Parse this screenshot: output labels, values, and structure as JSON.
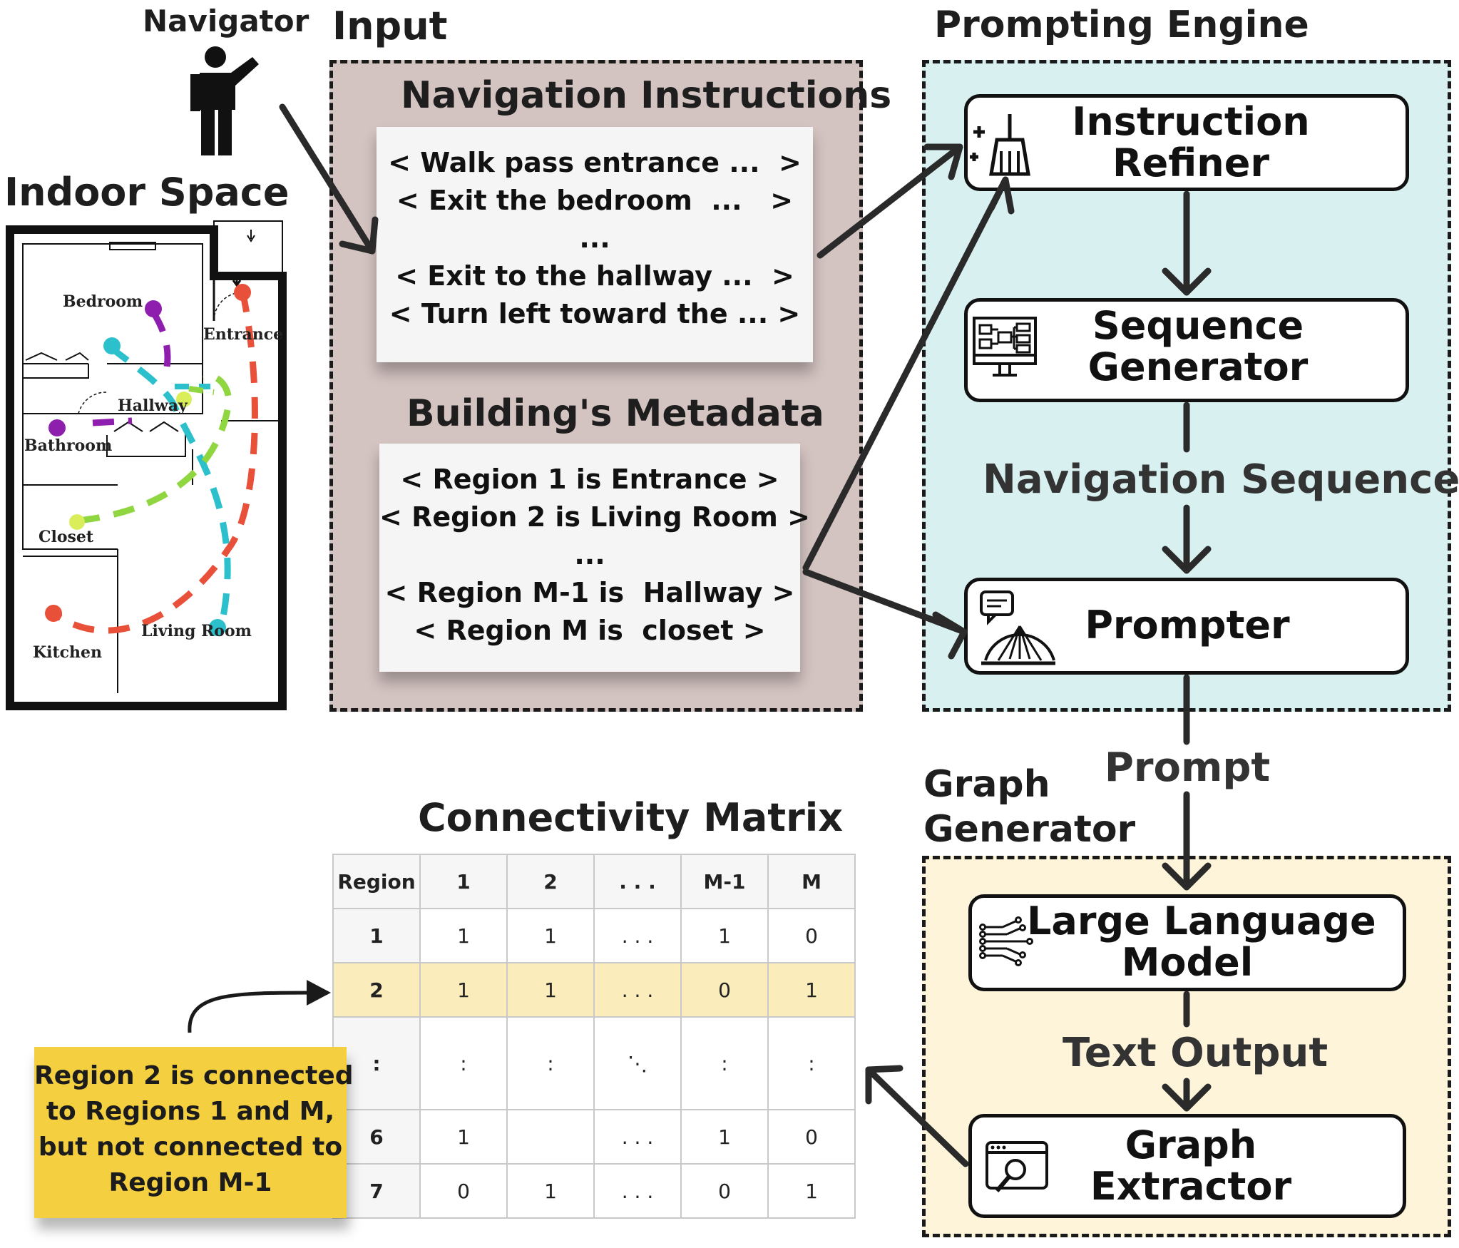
{
  "titles": {
    "navigator": "Navigator",
    "input": "Input",
    "prompting_engine": "Prompting Engine",
    "indoor_space": "Indoor Space",
    "graph_generator_1": "Graph",
    "graph_generator_2": "Generator",
    "connectivity_matrix": "Connectivity Matrix"
  },
  "input_panel": {
    "nav_heading": "Navigation Instructions",
    "nav_lines": [
      "< Walk pass entrance ...  >",
      "< Exit the bedroom  ...   >",
      "...",
      "< Exit to the hallway ...  >",
      "< Turn left toward the ... >"
    ],
    "meta_heading": "Building's Metadata",
    "meta_lines": [
      "< Region 1 is Entrance >",
      "< Region 2 is Living Room >",
      "...",
      "< Region M-1 is  Hallway >",
      "< Region M is  closet >"
    ]
  },
  "prompting_engine": {
    "refiner": [
      "Instruction",
      "Refiner"
    ],
    "sequence": [
      "Sequence",
      "Generator"
    ],
    "nav_sequence": "Navigation Sequence",
    "prompter": "Prompter",
    "prompt": "Prompt"
  },
  "graph_generator": {
    "llm": [
      "Large Language",
      "Model"
    ],
    "text_output": "Text Output",
    "extractor": [
      "Graph",
      "Extractor"
    ]
  },
  "floor_plan": {
    "labels": [
      "Bedroom",
      "Entrance",
      "Hallway",
      "Bathroom",
      "Closet",
      "Living Room",
      "Kitchen"
    ]
  },
  "matrix": {
    "header": [
      "Region",
      "1",
      "2",
      ". . .",
      "M-1",
      "M"
    ],
    "rows": [
      [
        "1",
        "1",
        "1",
        ". . .",
        "1",
        "0"
      ],
      [
        "2",
        "1",
        "1",
        ". . .",
        "0",
        "1"
      ],
      [
        ":",
        ":",
        ":",
        "⋱",
        ":",
        ":"
      ],
      [
        "6",
        "1",
        "",
        ". . .",
        "1",
        "0"
      ],
      [
        "7",
        "0",
        "1",
        ". . .",
        "0",
        "1"
      ]
    ],
    "highlight_row": 1
  },
  "sticky_note": {
    "lines": [
      "Region 2 is connected",
      "to Regions 1 and M,",
      "but not connected to",
      "Region M-1"
    ]
  },
  "colors": {
    "input_panel": "#d3c3c1",
    "prompting_panel": "#d8f1f0",
    "graph_panel": "#fdf4d9",
    "highlight_row": "#fbedbb",
    "sticky": "#f4cf3f",
    "path_red": "#e8503a",
    "path_cyan": "#2bc0cc",
    "path_purple": "#8e1fae",
    "path_green": "#8fd640"
  }
}
